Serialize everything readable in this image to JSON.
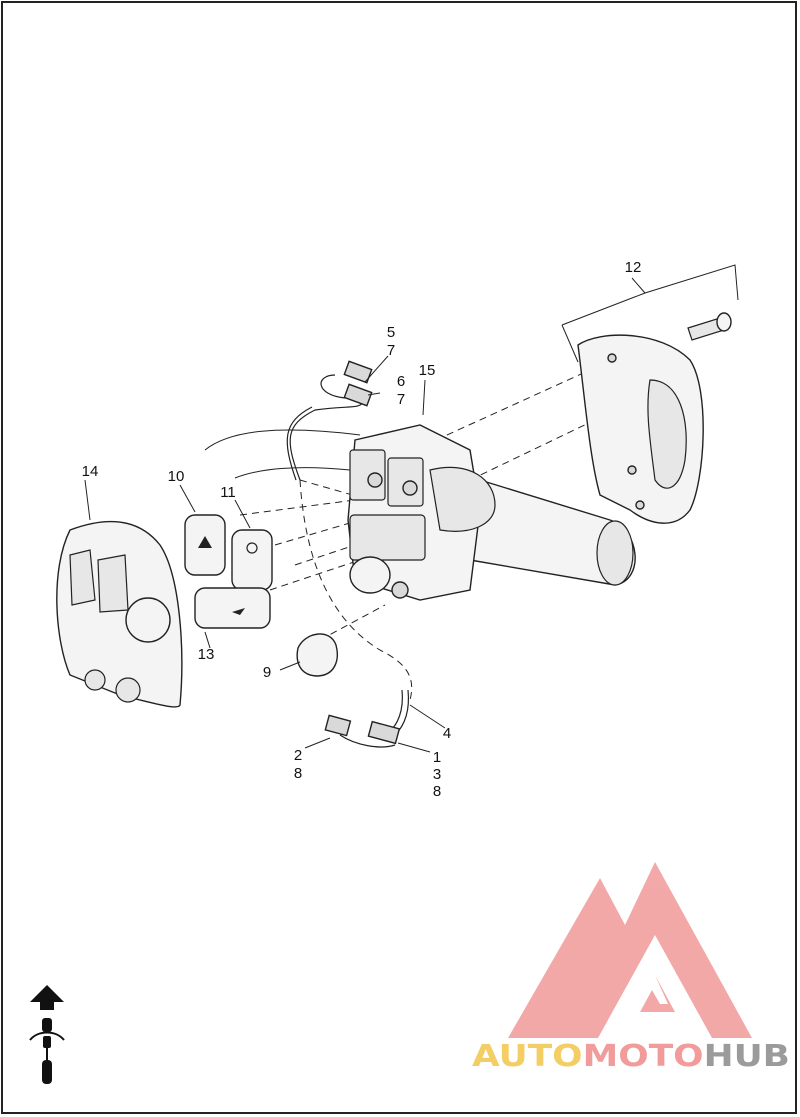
{
  "callouts": {
    "c1": "1",
    "c2": "2",
    "c3": "3",
    "c4": "4",
    "c5": "5",
    "c6": "6",
    "c7a": "7",
    "c7b": "7",
    "c8a": "8",
    "c8b": "8",
    "c9": "9",
    "c10": "10",
    "c11": "11",
    "c12": "12",
    "c13": "13",
    "c14": "14",
    "c15": "15"
  },
  "watermark": {
    "part1": "AUTO",
    "part2": "MOTO",
    "part3": "HUB",
    "color_part1": "#f2c64a",
    "color_part2": "#f08a8a",
    "color_part3": "#8a8a8a",
    "triangle_color": "#f19a9a"
  },
  "icons": {
    "orientation": "arrow-up-motorcycle-icon"
  }
}
